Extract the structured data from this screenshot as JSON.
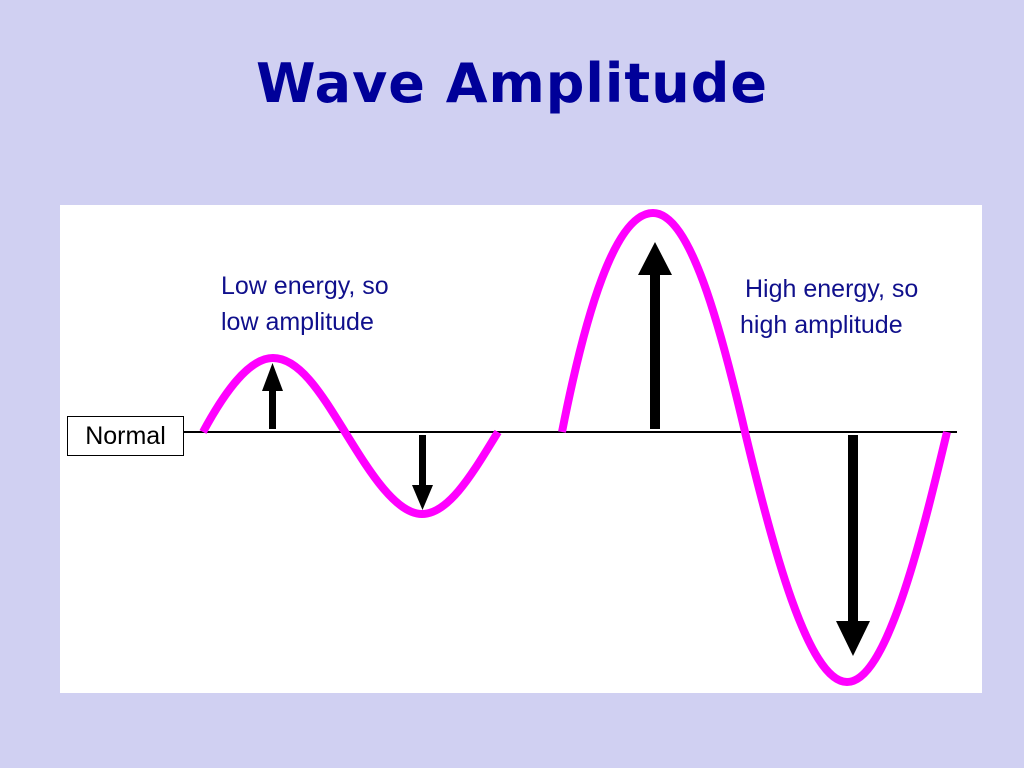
{
  "slide": {
    "title": "Wave Amplitude",
    "background_color": "#d0d0f2",
    "title_color": "#000099"
  },
  "diagram": {
    "baseline_label": "Normal",
    "low_wave": {
      "caption_line1": "Low energy, so",
      "caption_line2": "low amplitude",
      "color": "#ff00ff",
      "arrows": [
        "up-arrow",
        "down-arrow"
      ]
    },
    "high_wave": {
      "caption_line1": "High energy, so",
      "caption_line2": "high amplitude",
      "color": "#ff00ff",
      "arrows": [
        "up-arrow",
        "down-arrow"
      ]
    },
    "text_color": "#10108c"
  }
}
